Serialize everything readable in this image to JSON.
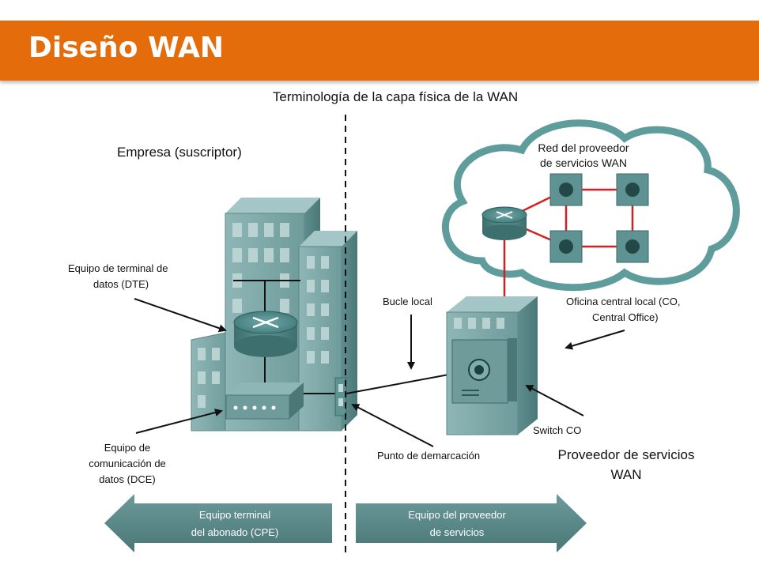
{
  "slide": {
    "title": "Diseño WAN",
    "colors": {
      "accent": "#e46c0a",
      "teal": "#5f9c9c",
      "link": "#d42020"
    }
  },
  "diagram": {
    "heading": "Terminología de la capa física de la WAN",
    "enterprise_label": "Empresa (suscriptor)",
    "cloud_label_line1": "Red del proveedor",
    "cloud_label_line2": "de servicios WAN",
    "dte_label_line1": "Equipo de terminal de",
    "dte_label_line2": "datos (DTE)",
    "dce_label_line1": "Equipo de",
    "dce_label_line2": "comunicación de",
    "dce_label_line3": "datos (DCE)",
    "local_loop_label": "Bucle local",
    "co_label_line1": "Oficina central local (CO,",
    "co_label_line2": "Central Office)",
    "switch_label": "Switch CO",
    "demarc_label": "Punto de demarcación",
    "provider_label_line1": "Proveedor de servicios",
    "provider_label_line2": "WAN",
    "cpe_arrow_line1": "Equipo terminal",
    "cpe_arrow_line2": "del abonado (CPE)",
    "provider_arrow_line1": "Equipo del proveedor",
    "provider_arrow_line2": "de servicios"
  }
}
